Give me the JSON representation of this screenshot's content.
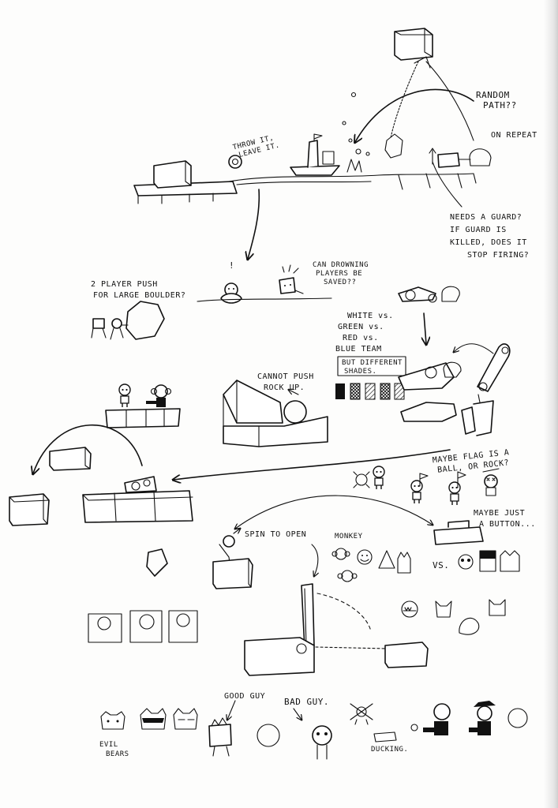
{
  "notes": {
    "random_path": [
      "RANDOM",
      "PATH??"
    ],
    "on_repeat": "ON REPEAT",
    "throw_it": [
      "THROW IT,",
      "LEAVE IT."
    ],
    "needs_guard": [
      "NEEDS A GUARD?",
      "IF GUARD IS",
      "KILLED, DOES IT",
      "STOP FIRING?"
    ],
    "can_drowning": [
      "CAN DROWNING",
      "PLAYERS BE",
      "SAVED??"
    ],
    "two_player_push": [
      "2 PLAYER PUSH",
      "FOR LARGE BOULDER?"
    ],
    "team_colors": [
      "WHITE vs.",
      "GREEN vs.",
      "RED vs.",
      "BLUE TEAM"
    ],
    "different_shades": [
      "BUT DIFFERENT",
      "SHADES."
    ],
    "cannot_push": [
      "CANNOT PUSH",
      "ROCK UP."
    ],
    "maybe_flag": [
      "MAYBE FLAG IS A",
      "BALL, OR ROCK?"
    ],
    "maybe_button": [
      "MAYBE JUST",
      "A BUTTON..."
    ],
    "spin_to_open": "SPIN TO OPEN",
    "monkey": "MONKEY",
    "vs": "VS.",
    "good_guy": "GOOD GUY",
    "bad_guy": "BAD GUY.",
    "evil_bears": [
      "EVIL",
      "BEARS"
    ],
    "ducking": "DUCKING.",
    "exclaim": "!"
  }
}
